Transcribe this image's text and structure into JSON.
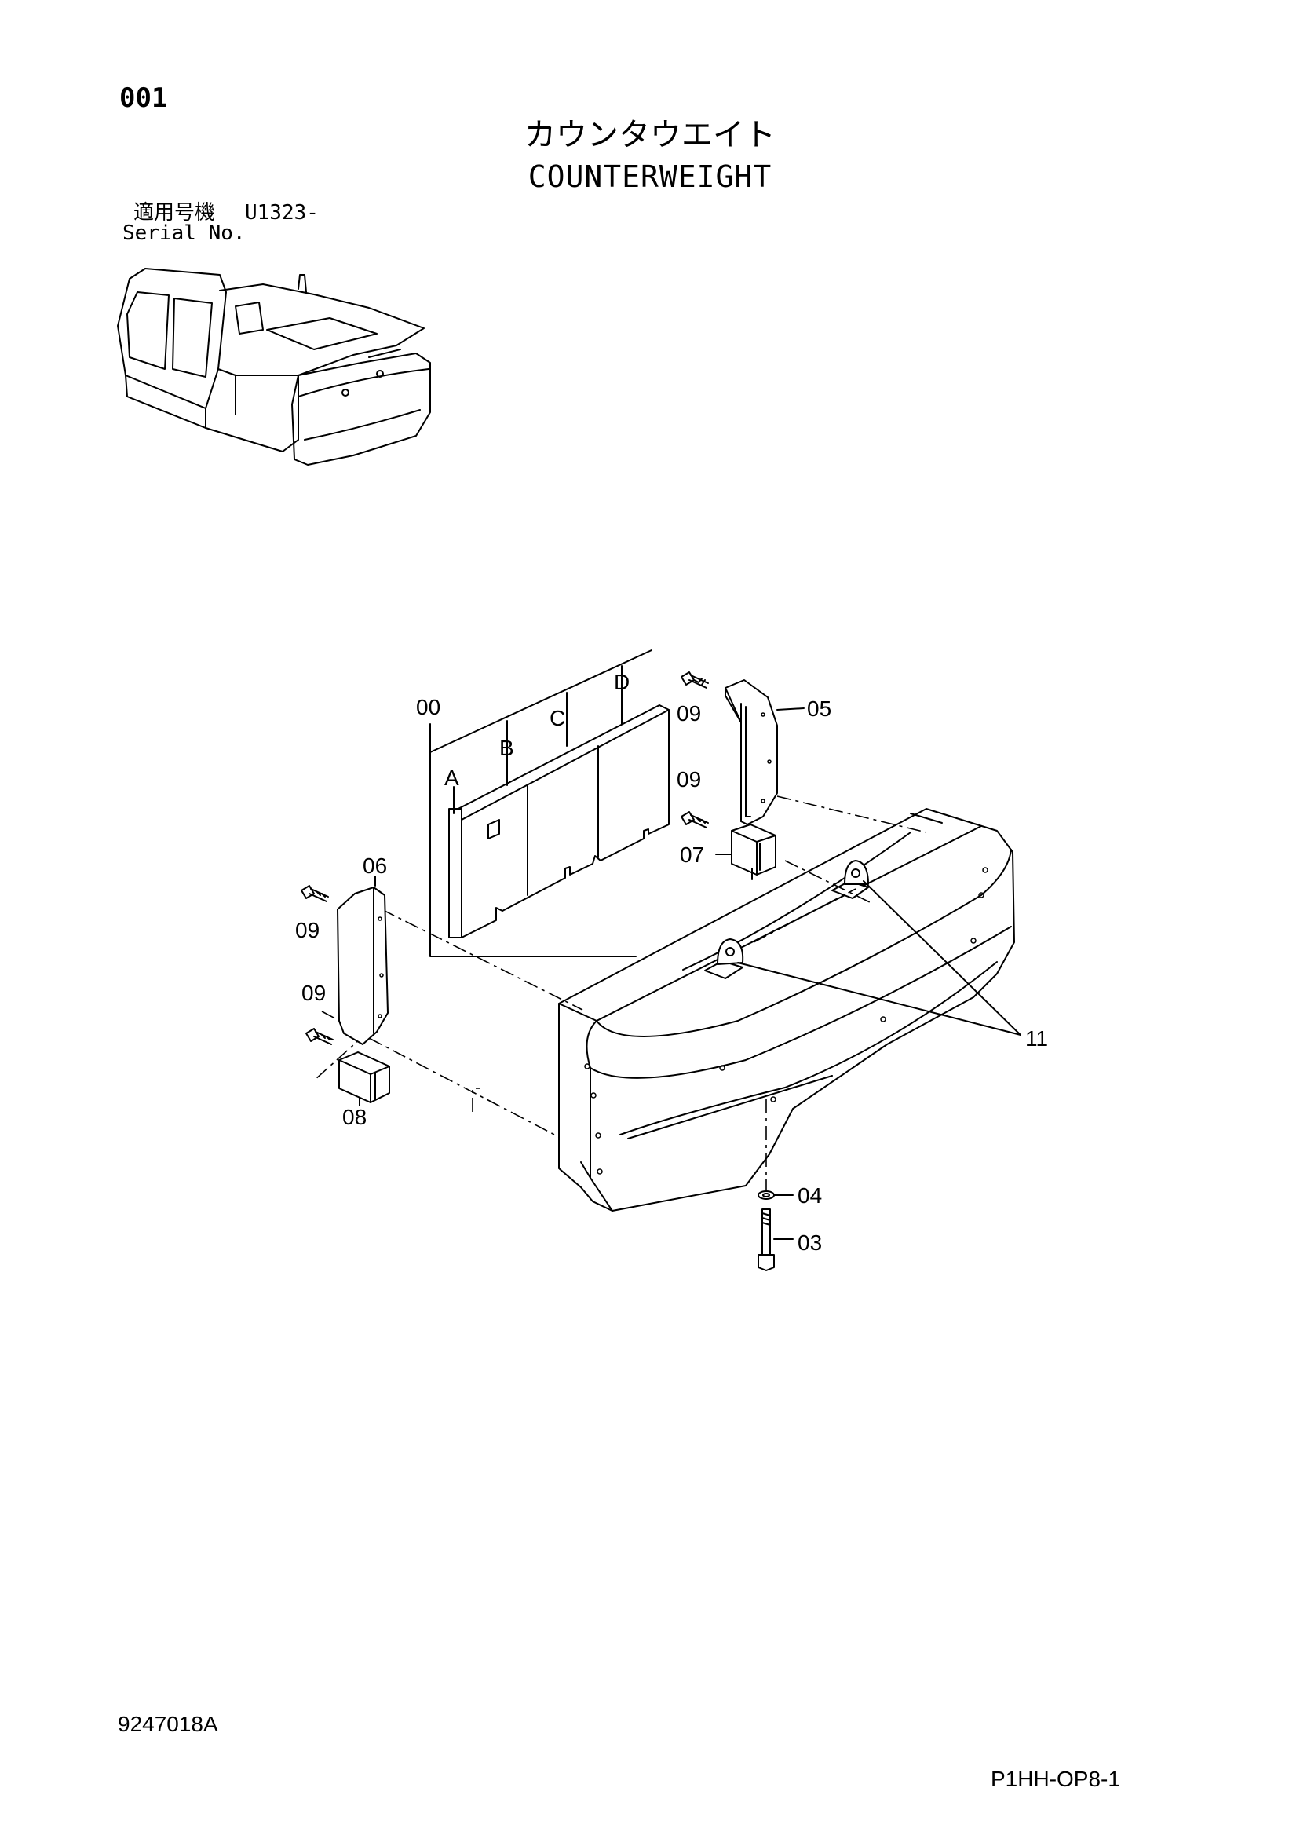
{
  "header": {
    "page_number": "001",
    "title_ja": "カウンタウエイト",
    "title_en": "COUNTERWEIGHT"
  },
  "serial": {
    "label_ja": "適用号機",
    "code": "U1323-",
    "label_en": "Serial No."
  },
  "callouts": {
    "c00": "00",
    "cA": "A",
    "cB": "B",
    "cC": "C",
    "cD": "D",
    "c05": "05",
    "c09a": "09",
    "c09b": "09",
    "c07": "07",
    "c06": "06",
    "c09c": "09",
    "c09d": "09",
    "c08": "08",
    "c11": "11",
    "c04": "04",
    "c03": "03"
  },
  "footer": {
    "drawing_number": "9247018A",
    "page_code": "P1HH-OP8-1"
  }
}
